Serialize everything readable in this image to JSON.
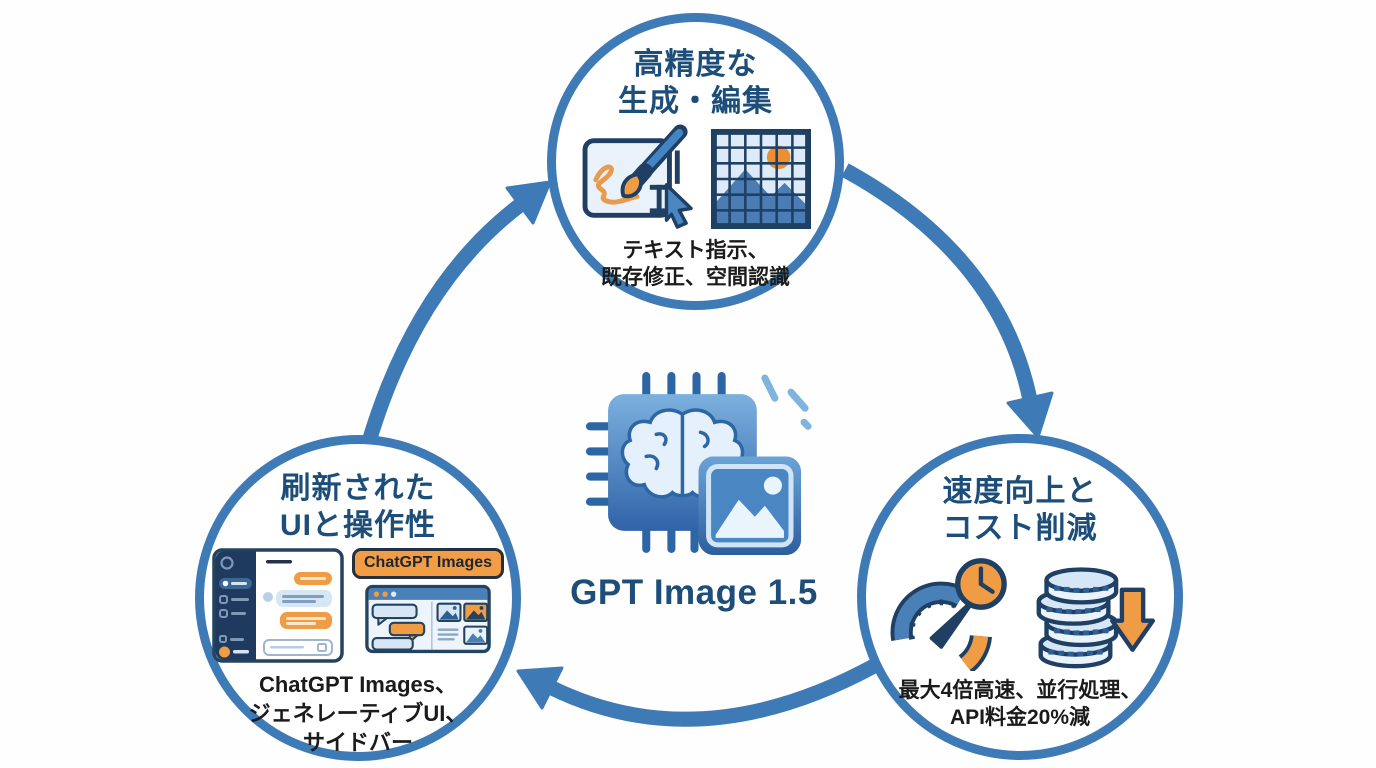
{
  "diagram": {
    "type": "cycle",
    "direction": "clockwise",
    "center": {
      "title": "GPT Image 1.5",
      "icon": "ai-chip-photo-icon"
    },
    "nodes": [
      {
        "id": "top",
        "title_line1": "高精度な",
        "title_line2": "生成・編集",
        "desc_line1": "テキスト指示、",
        "desc_line2": "既存修正、空間認識",
        "icons": [
          "canvas-brush-icon",
          "image-grid-icon"
        ]
      },
      {
        "id": "right",
        "title_line1": "速度向上と",
        "title_line2": "コスト削減",
        "desc_line1": "最大4倍高速、並行処理、",
        "desc_line2": "API料金20%減",
        "icons": [
          "speedometer-clock-icon",
          "coins-down-arrow-icon"
        ]
      },
      {
        "id": "left",
        "title_line1": "刷新された",
        "title_line2": "UIと操作性",
        "desc_line1": "ChatGPT Images、",
        "desc_line2": "ジェネレーティブUI、",
        "desc_line3": "サイドバー",
        "badge": "ChatGPT Images",
        "icons": [
          "chat-ui-icon",
          "browser-gallery-icon"
        ]
      }
    ],
    "colors": {
      "arrow_blue": "#3e7bb6",
      "title_navy": "#1d4e79",
      "outline_navy": "#1f3f63",
      "accent_orange": "#f09c44",
      "light_blue_fill": "#dcebf7",
      "sidebar_navy": "#1e3a5f",
      "text_black": "#1b1b1b"
    }
  }
}
